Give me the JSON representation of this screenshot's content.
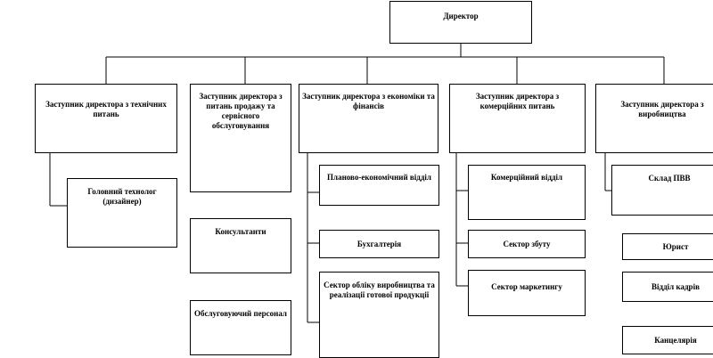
{
  "director": "Директор",
  "deputies": {
    "technical": "Заступник директора з технічних питань",
    "sales": "Заступник директора з питань продажу та сервісного обслуговування",
    "economics": "Заступник директора з економіки та фінансів",
    "commercial": "Заступник директора з комерційних питань",
    "production": "Заступник директора з виробництва"
  },
  "departments": {
    "chief_technologist": "Головний технолог (дизайнер)",
    "consultants": "Консультанти",
    "service_staff": "Обслуговуючий персонал",
    "planning": "Планово-економічний відділ",
    "accounting": "Бухгалтерія",
    "production_accounting": "Сектор обліку виробництва та реалізації готової продукції",
    "commercial_dept": "Комерційний відділ",
    "sales_sector": "Сектор збуту",
    "marketing_sector": "Сектор маркетингу",
    "warehouse": "Склад ПВВ",
    "lawyer": "Юрист",
    "hr": "Відділ кадрів",
    "office": "Канцелярія"
  }
}
